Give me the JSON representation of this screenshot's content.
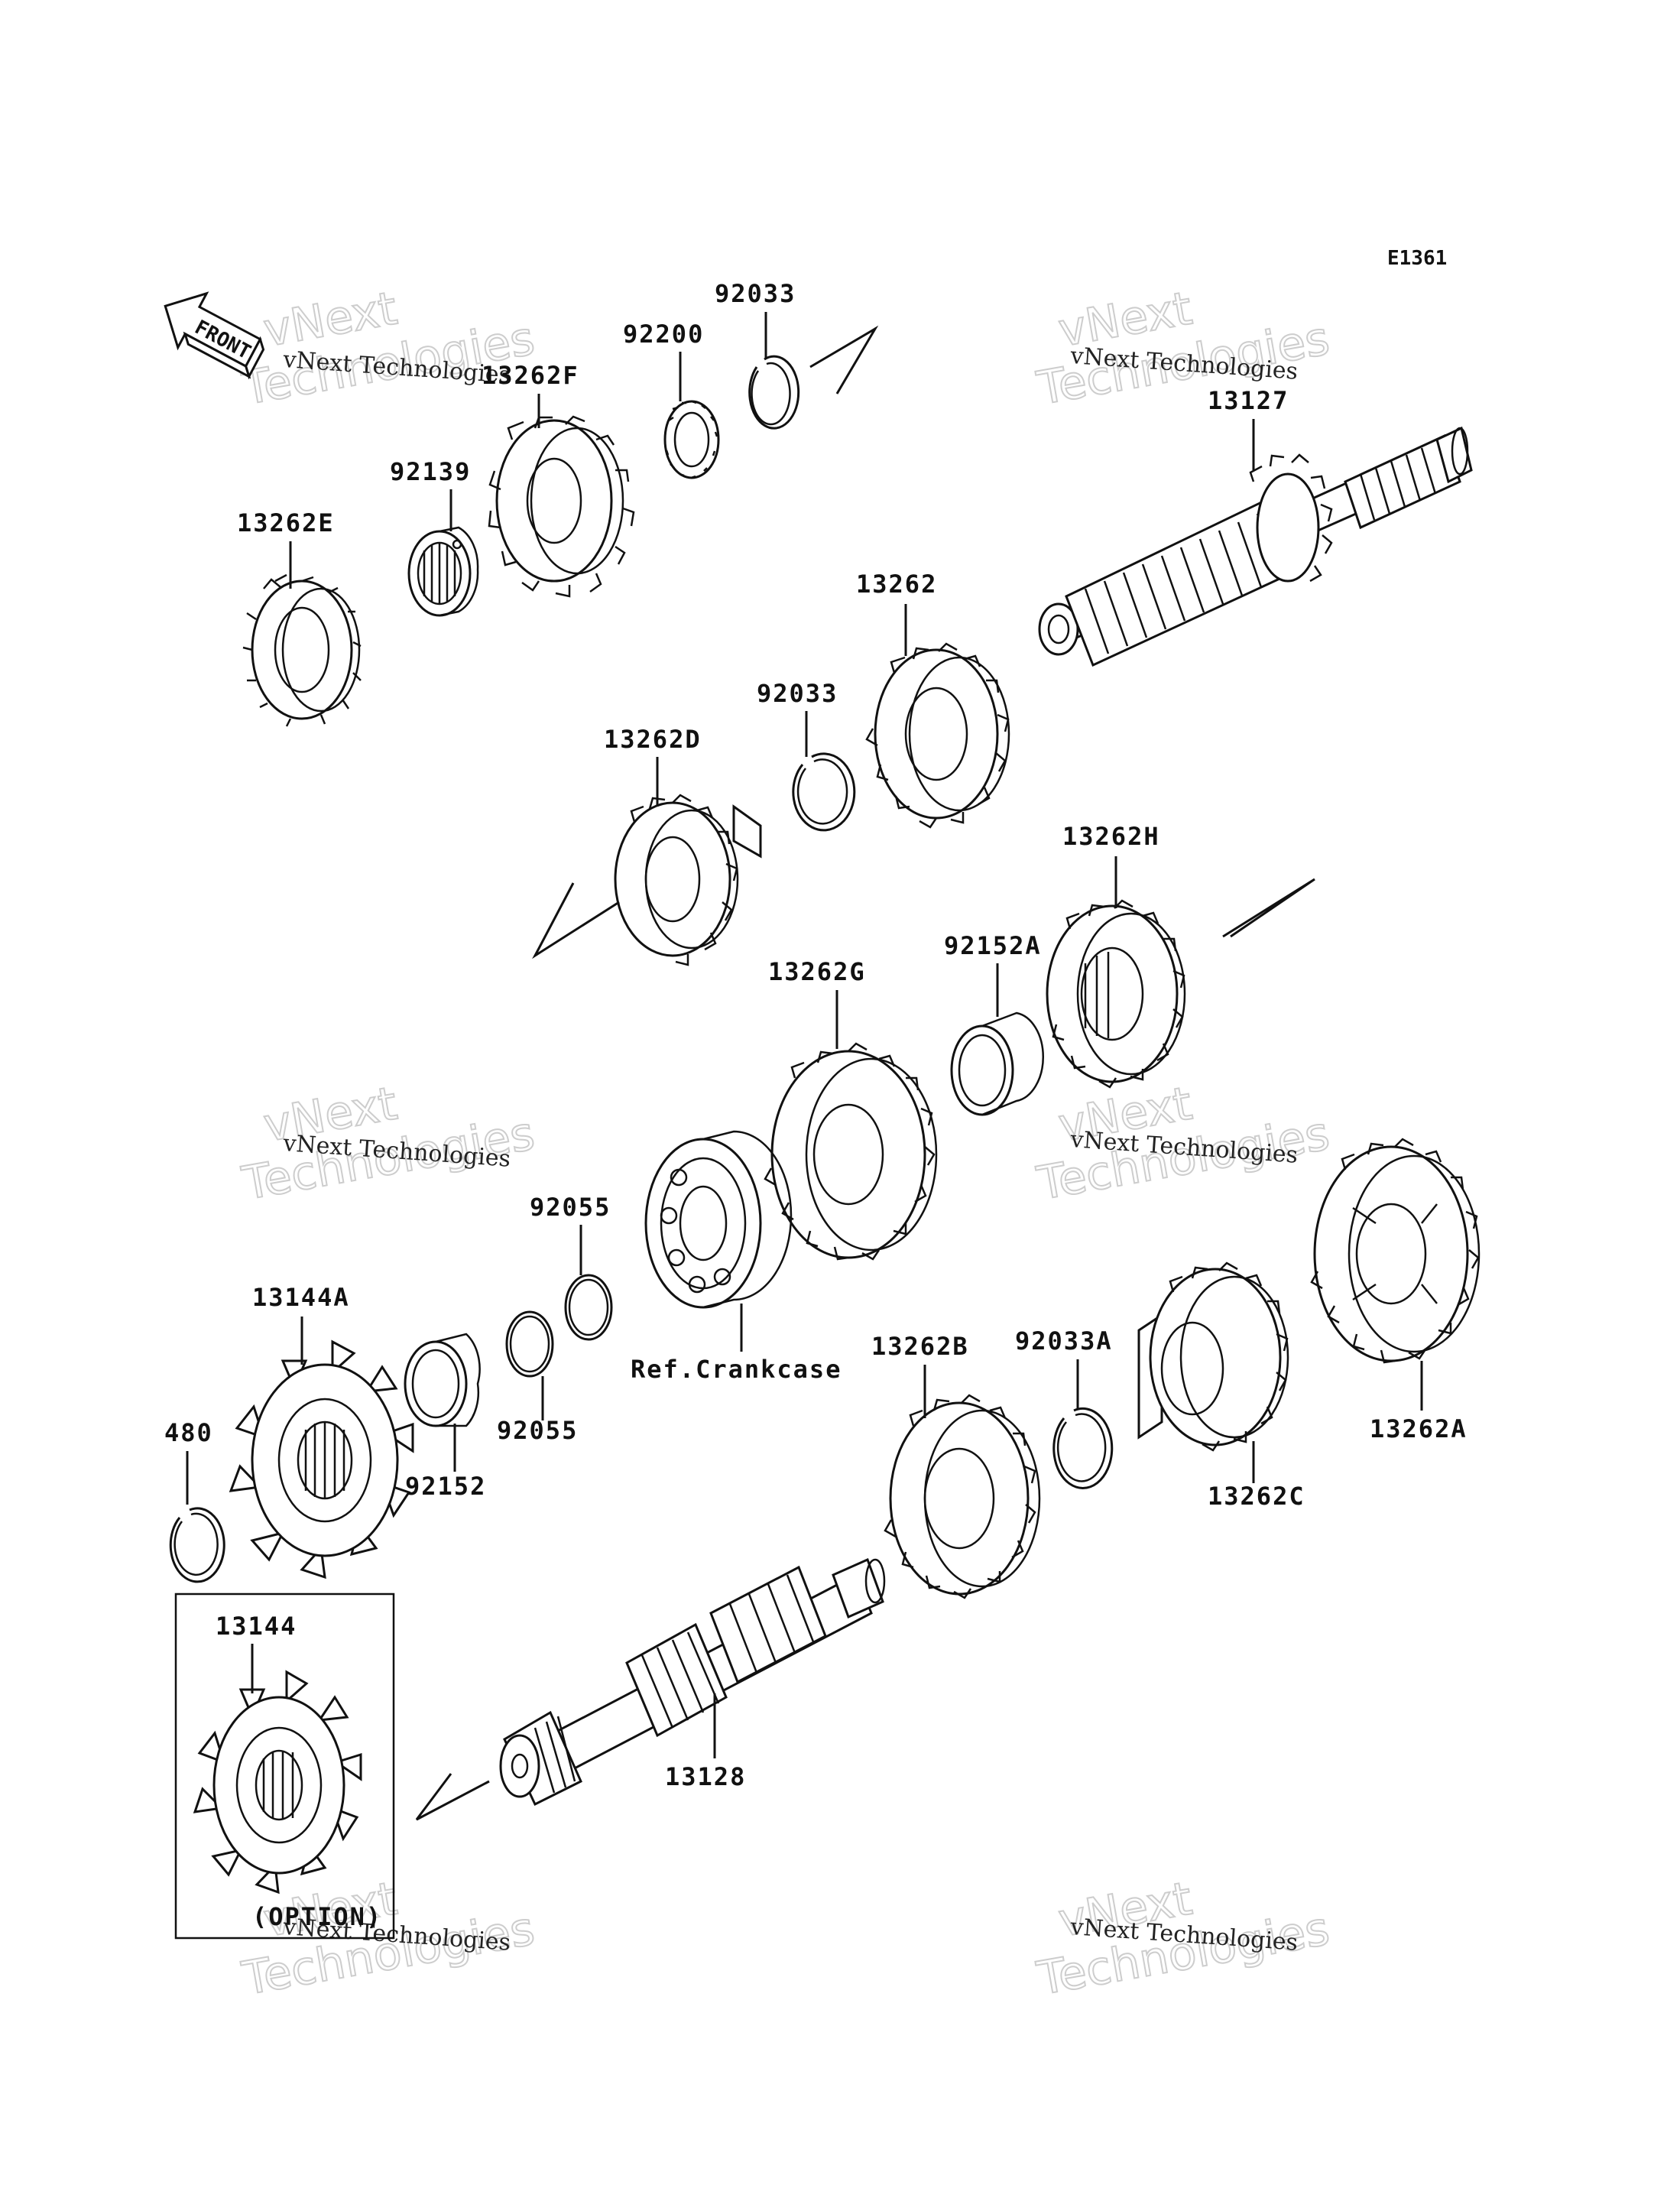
{
  "diagram_code": "E1361",
  "front_label": "FRONT",
  "option_label": "(OPTION)",
  "ref_crankcase": "Ref.Crankcase",
  "watermark": {
    "small": "vNext Technologies",
    "big": "vNext\nTechnologies"
  },
  "parts": {
    "p92033_top": "92033",
    "p92200": "92200",
    "p13262F": "13262F",
    "p92139": "92139",
    "p13262E": "13262E",
    "p13127": "13127",
    "p13262": "13262",
    "p92033_mid": "92033",
    "p13262D": "13262D",
    "p13262H": "13262H",
    "p92152A": "92152A",
    "p13262G": "13262G",
    "p92055_top": "92055",
    "p92055_bot": "92055",
    "p13144A": "13144A",
    "p480": "480",
    "p92152": "92152",
    "p13262B": "13262B",
    "p92033A": "92033A",
    "p13262C": "13262C",
    "p13262A": "13262A",
    "p13144": "13144",
    "p13128": "13128"
  }
}
